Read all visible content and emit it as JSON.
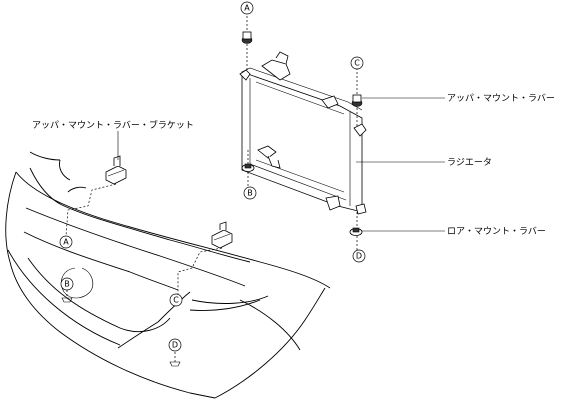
{
  "labels": {
    "upper_mount_rubber": "アッパ・マウント・ラバー",
    "upper_mount_rubber_bracket": "アッパ・マウント・ラバー・ブラケット",
    "radiator": "ラジエータ",
    "lower_mount_rubber": "ロア・マウント・ラバー"
  },
  "callouts": {
    "a": "A",
    "b": "B",
    "c": "C",
    "d": "D"
  }
}
